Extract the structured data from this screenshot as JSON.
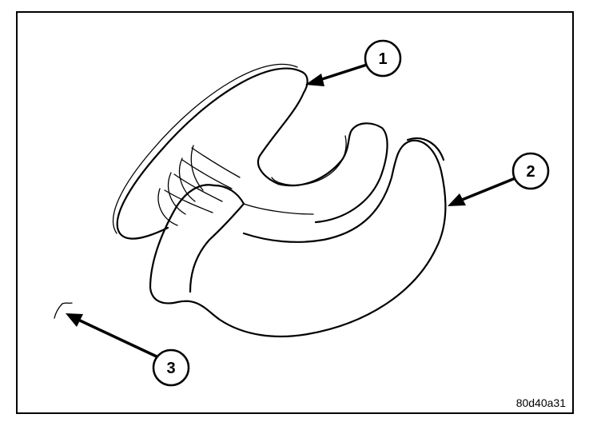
{
  "callouts": [
    {
      "number": "1"
    },
    {
      "number": "2"
    },
    {
      "number": "3"
    }
  ],
  "figure_id": "80d40a31",
  "colors": {
    "line": "#000000",
    "background": "#ffffff"
  }
}
